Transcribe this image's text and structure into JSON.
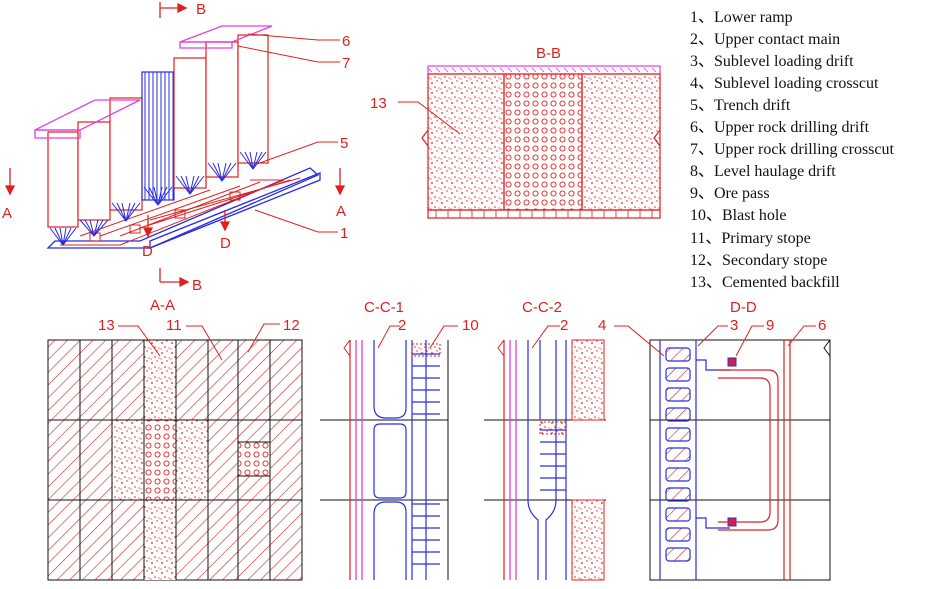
{
  "legend": [
    "1、Lower ramp",
    "2、Upper contact main",
    "3、Sublevel loading drift",
    "4、Sublevel loading crosscut",
    "5、Trench drift",
    "6、Upper rock drilling drift",
    "7、Upper rock drilling crosscut",
    "8、Level haulage drift",
    "9、Ore pass",
    "10、Blast hole",
    "11、Primary stope",
    "12、Secondary stope",
    "13、Cemented backfill"
  ],
  "sections": {
    "aa": "A-A",
    "bb": "B-B",
    "cc1": "C-C-1",
    "cc2": "C-C-2",
    "dd": "D-D"
  },
  "markers": {
    "a": "A",
    "b": "B",
    "d": "D"
  },
  "callouts": {
    "n1": "1",
    "n2": "2",
    "n3": "3",
    "n4": "4",
    "n5": "5",
    "n6": "6",
    "n7": "7",
    "n9": "9",
    "n10": "10",
    "n11": "11",
    "n12": "12",
    "n13": "13"
  },
  "colors": {
    "red": "#e0201f",
    "blue": "#2a2ee0",
    "magenta": "#e040e0",
    "black": "#111111"
  }
}
